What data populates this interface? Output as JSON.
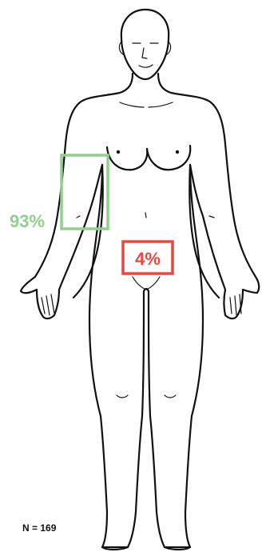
{
  "regions": [
    {
      "id": "arm-region",
      "percent_label": "93%",
      "percent": 93,
      "color": "#8fd18a"
    },
    {
      "id": "abdomen-region",
      "percent_label": "4%",
      "percent": 4,
      "color": "#e8483f"
    }
  ],
  "sample": {
    "label": "N = 169"
  },
  "colors": {
    "outline": "#111111",
    "background": "#ffffff"
  }
}
